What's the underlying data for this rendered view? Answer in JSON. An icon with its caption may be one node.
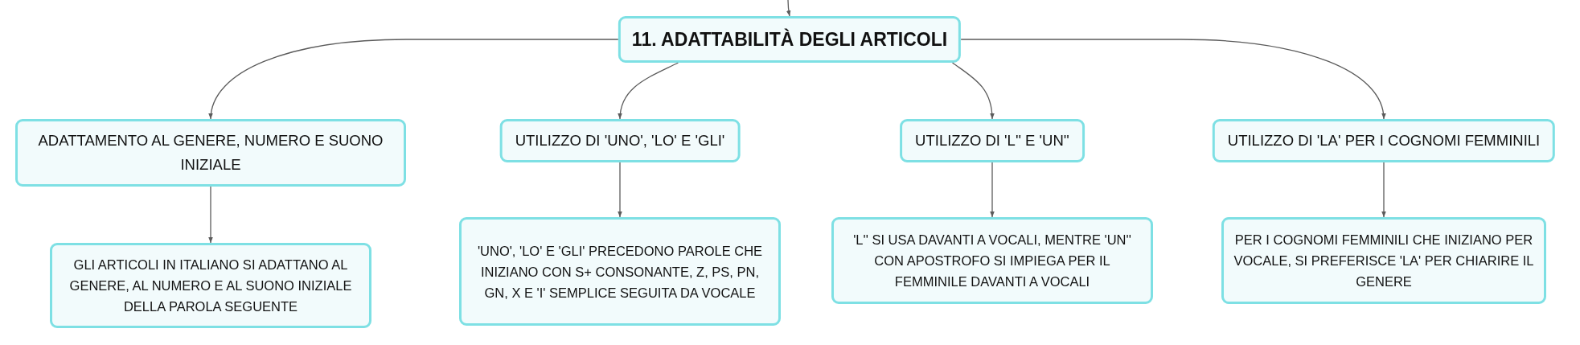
{
  "diagram": {
    "nodes": [
      {
        "text": [
          "11. ADATTABILITÀ DEGLI ARTICOLI"
        ]
      },
      {
        "text": [
          "ADATTAMENTO AL GENERE, NUMERO E SUONO INIZIALE"
        ]
      },
      {
        "text": [
          "UTILIZZO DI 'UNO', 'LO' E 'GLI'"
        ]
      },
      {
        "text": [
          "UTILIZZO DI 'L'' E 'UN''"
        ]
      },
      {
        "text": [
          "UTILIZZO DI 'LA' PER I COGNOMI FEMMINILI"
        ]
      },
      {
        "text": [
          "GLI ARTICOLI IN ITALIANO SI ADATTANO AL GENERE, AL NUMERO E AL SUONO INIZIALE DELLA PAROLA SEGUENTE"
        ]
      },
      {
        "text": [
          "'UNO', 'LO' E 'GLI' PRECEDONO PAROLE CHE INIZIANO CON S+ CONSONANTE, Z, PS, PN, GN, X E 'I' SEMPLICE SEGUITA DA VOCALE"
        ]
      },
      {
        "text": [
          "'L'' SI USA DAVANTI A VOCALI, MENTRE 'UN'' CON APOSTROFO SI IMPIEGA PER IL FEMMINILE DAVANTI A VOCALI"
        ]
      },
      {
        "text": [
          "PER I COGNOMI FEMMINILI CHE INIZIANO PER VOCALE, SI PREFERISCE 'LA' PER CHIARIRE IL GENERE"
        ]
      }
    ],
    "edges": [
      {
        "from": null,
        "to": 0,
        "arrow": "to"
      },
      {
        "from": 0,
        "to": 1,
        "arrow": "to"
      },
      {
        "from": 0,
        "to": 2,
        "arrow": "to"
      },
      {
        "from": 0,
        "to": 3,
        "arrow": "to"
      },
      {
        "from": 0,
        "to": 4,
        "arrow": "to"
      },
      {
        "from": 1,
        "to": 5,
        "arrow": "to"
      },
      {
        "from": 2,
        "to": 6,
        "arrow": "to"
      },
      {
        "from": 3,
        "to": 7,
        "arrow": "to"
      },
      {
        "from": 4,
        "to": 8,
        "arrow": "to"
      }
    ]
  }
}
